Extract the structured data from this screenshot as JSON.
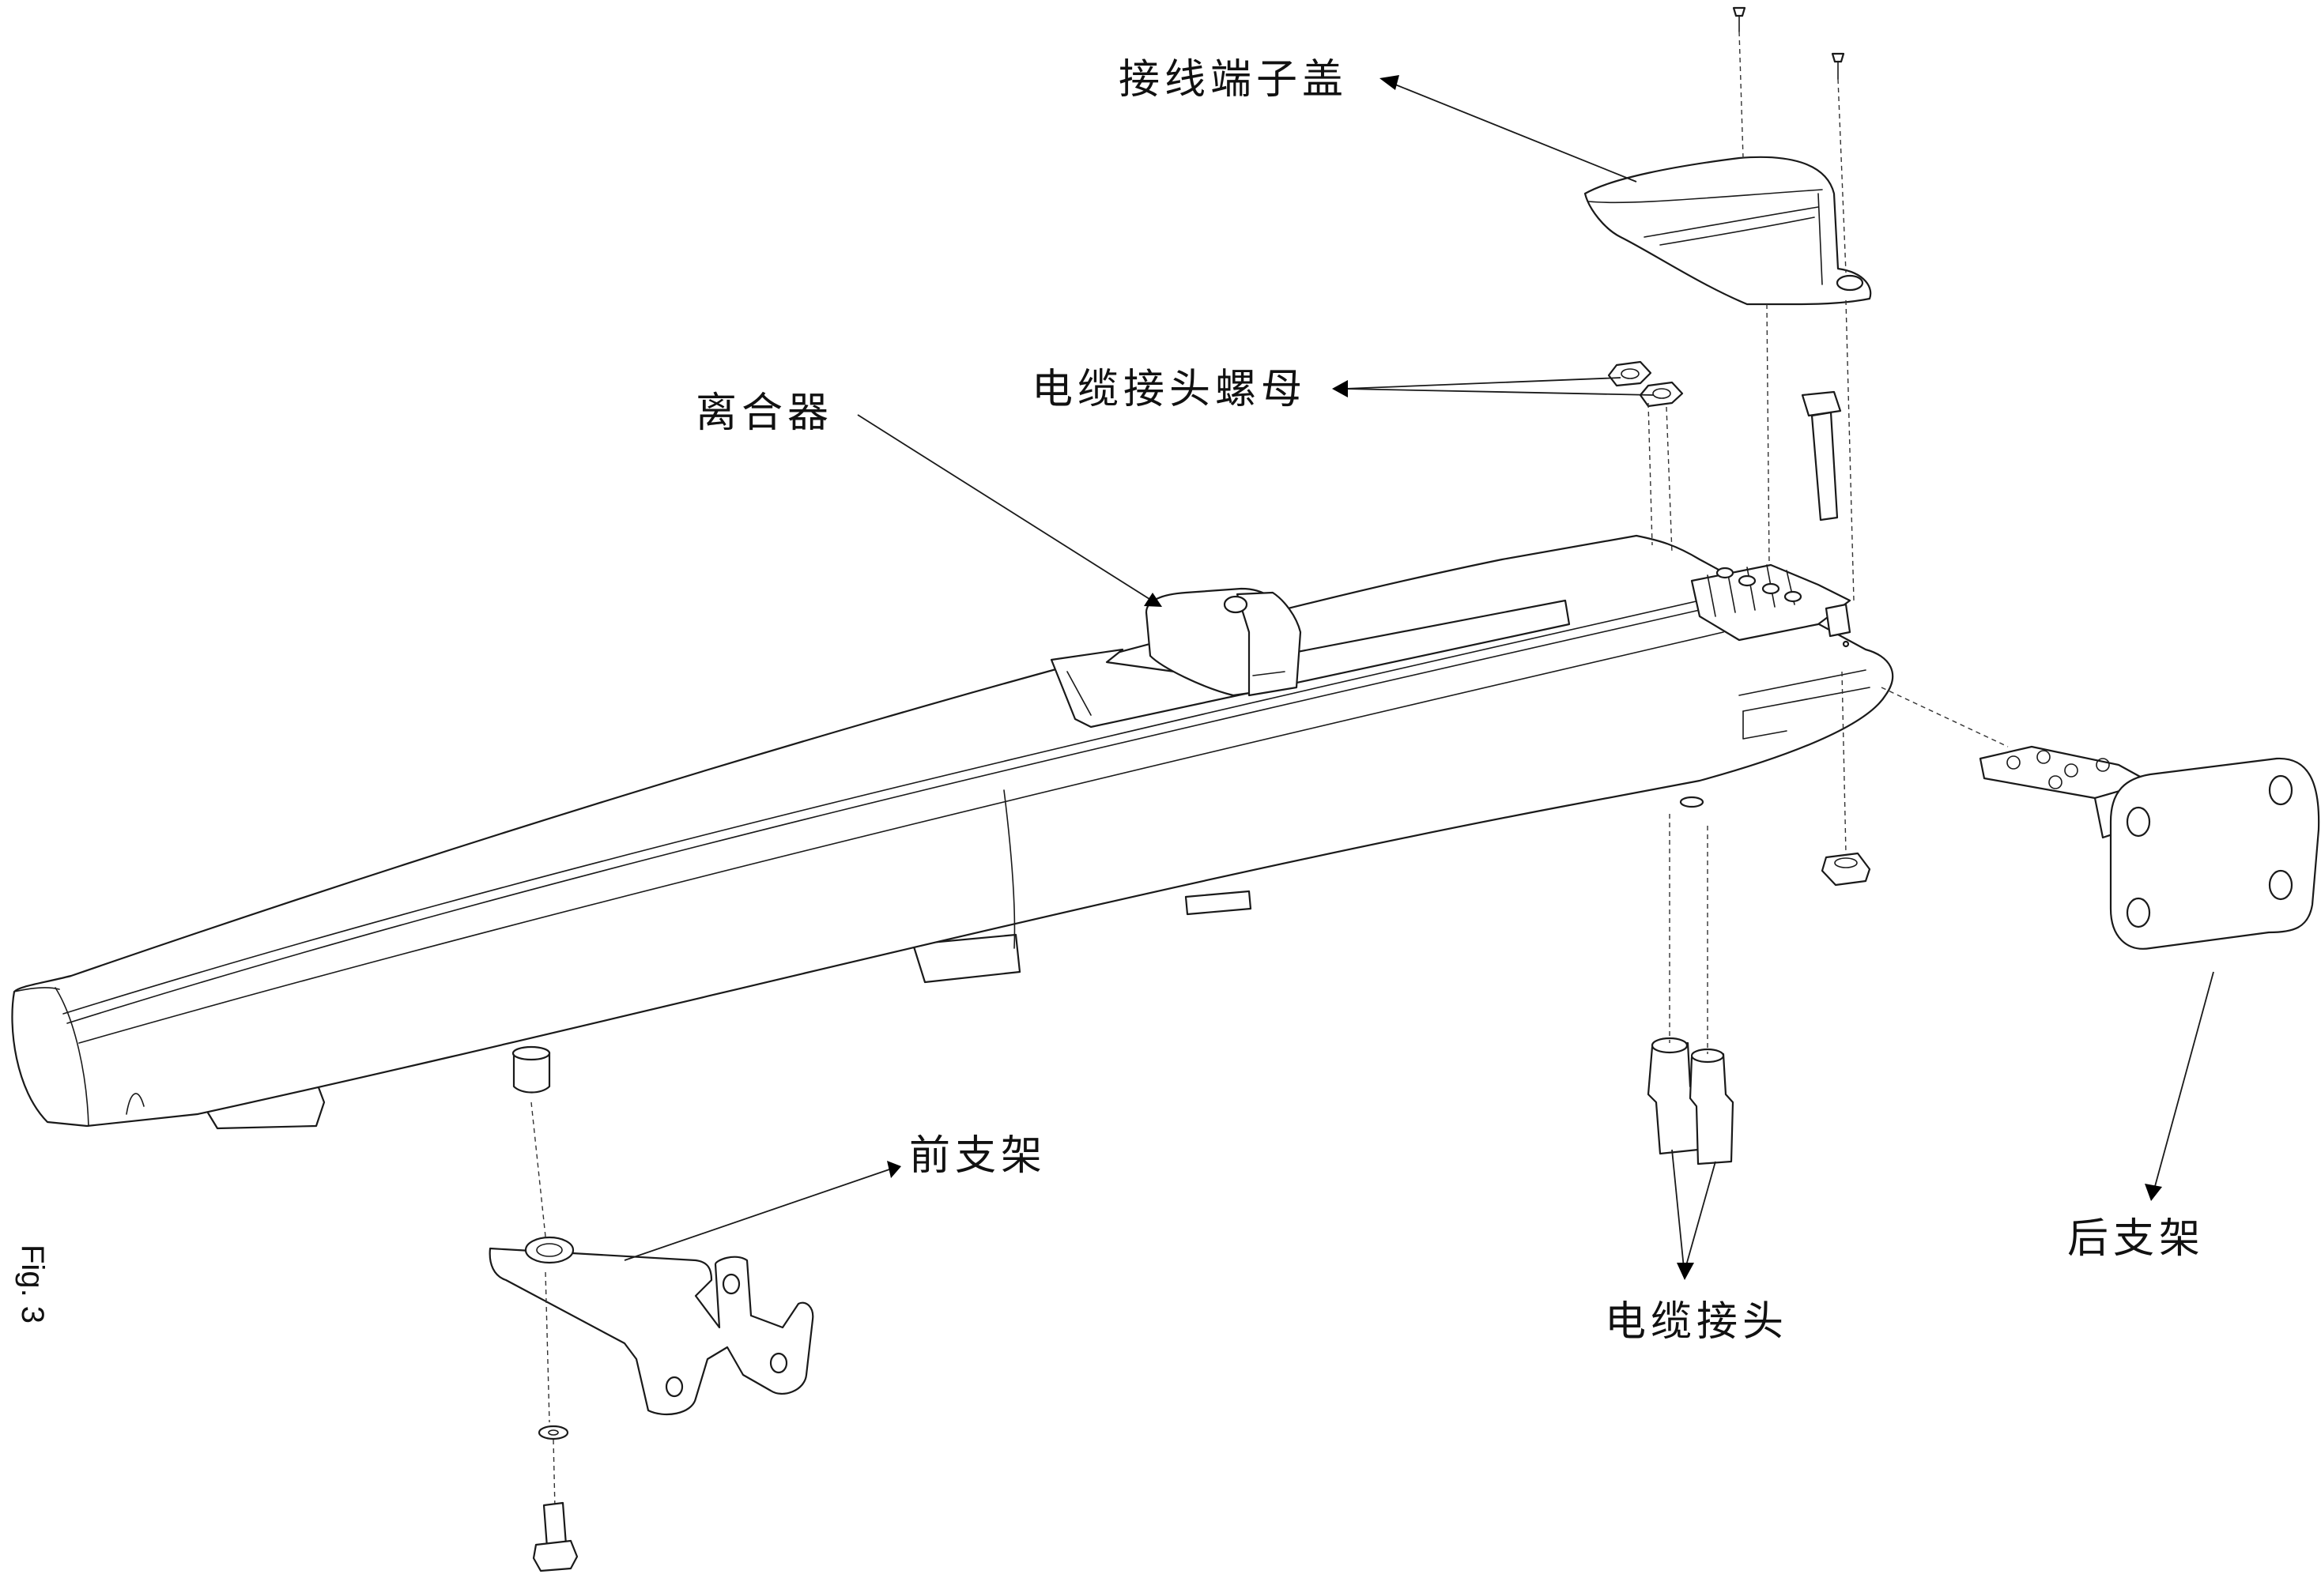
{
  "figure": {
    "fig_label": "Fig. 3"
  },
  "labels": {
    "terminal_cover": "接线端子盖",
    "cable_gland_nut": "电缆接头螺母",
    "clutch": "离合器",
    "front_bracket": "前支架",
    "cable_gland": "电缆接头",
    "rear_bracket": "后支架"
  }
}
